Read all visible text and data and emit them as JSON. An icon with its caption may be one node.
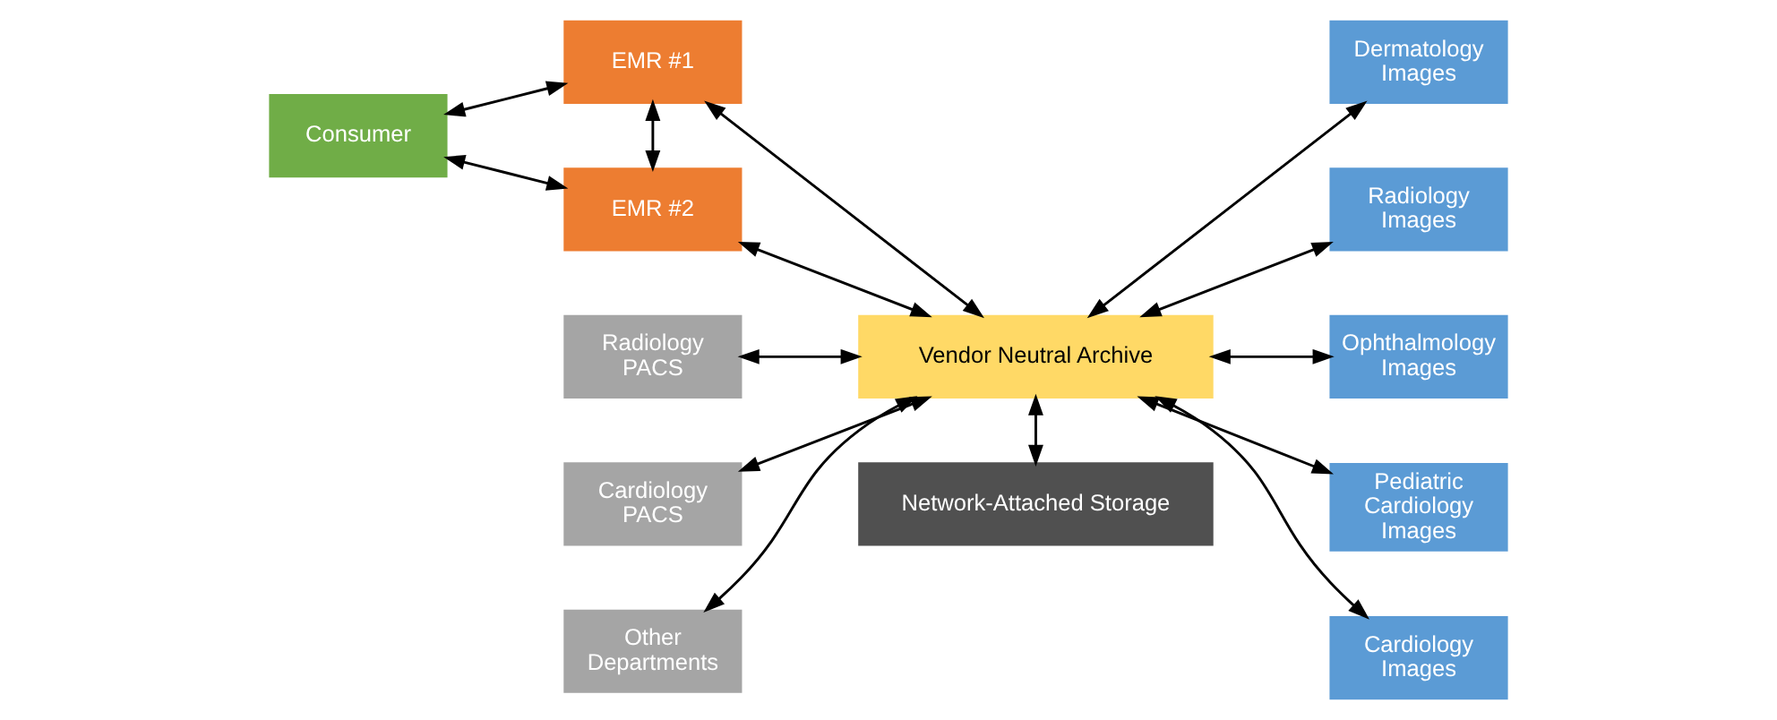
{
  "diagram": {
    "nodes": [
      {
        "text": [
          "Consumer"
        ]
      },
      {
        "text": [
          "EMR #1"
        ]
      },
      {
        "text": [
          "EMR #2"
        ]
      },
      {
        "text": [
          "Radiology PACS"
        ]
      },
      {
        "text": [
          "Cardiology PACS"
        ]
      },
      {
        "text": [
          "Other Departments"
        ]
      },
      {
        "text": [
          "Vendor Neutral Archive"
        ]
      },
      {
        "text": [
          "Network-Attached Storage"
        ]
      },
      {
        "text": [
          "Dermatology Images"
        ]
      },
      {
        "text": [
          "Radiology Images"
        ]
      },
      {
        "text": [
          "Ophthalmology Images"
        ]
      },
      {
        "text": [
          "Pediatric Cardiology Images"
        ]
      },
      {
        "text": [
          "Cardiology Images"
        ]
      }
    ],
    "edges": [
      {
        "from": 0,
        "to": 1,
        "arrow": "both"
      },
      {
        "from": 0,
        "to": 2,
        "arrow": "both"
      },
      {
        "from": 1,
        "to": 2,
        "arrow": "both"
      },
      {
        "from": 1,
        "to": 6,
        "arrow": "both"
      },
      {
        "from": 2,
        "to": 6,
        "arrow": "both"
      },
      {
        "from": 3,
        "to": 6,
        "arrow": "both"
      },
      {
        "from": 4,
        "to": 6,
        "arrow": "both"
      },
      {
        "from": 5,
        "to": 6,
        "arrow": "both"
      },
      {
        "from": 6,
        "to": 7,
        "arrow": "both"
      },
      {
        "from": 6,
        "to": 8,
        "arrow": "both"
      },
      {
        "from": 6,
        "to": 9,
        "arrow": "both"
      },
      {
        "from": 6,
        "to": 10,
        "arrow": "both"
      },
      {
        "from": 6,
        "to": 11,
        "arrow": "both"
      },
      {
        "from": 6,
        "to": 12,
        "arrow": "both"
      }
    ]
  }
}
